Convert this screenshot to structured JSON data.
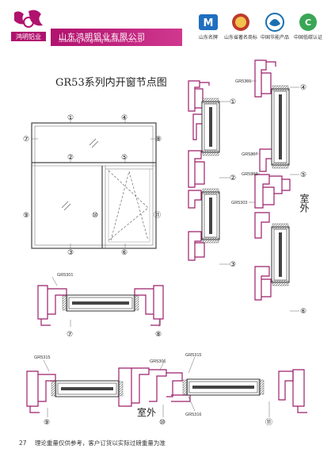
{
  "header": {
    "company_cn": "山东鸿明铝业有限公司",
    "company_en": "Shandong Hongming Aluminum Co.,Ltd",
    "logo_text": "鸿明铝业",
    "badges": [
      {
        "label": "山东名牌",
        "icon": "m-brand-icon"
      },
      {
        "label": "山东省著名商标",
        "icon": "trademark-seal-icon"
      },
      {
        "label": "中国节能产品",
        "icon": "energy-saving-icon"
      },
      {
        "label": "中国低碳认证",
        "icon": "low-carbon-icon"
      }
    ]
  },
  "title": "GR53系列内开窗节点图",
  "elevation": {
    "numbers": [
      "①",
      "④",
      "⑦",
      "⑧",
      "②",
      "⑤",
      "⑨",
      "⑩",
      "⑪",
      "③",
      "⑥"
    ]
  },
  "right_column": {
    "profile_labels": [
      "GR5301",
      "GR5307",
      "GR5302",
      "GR5303"
    ],
    "numbers": [
      "④",
      "⑤",
      "⑥"
    ],
    "outside_label": "室外"
  },
  "left_column": {
    "numbers": [
      "①",
      "②",
      "③"
    ]
  },
  "section_78": {
    "label": "GR5301",
    "numbers": [
      "⑦",
      "⑧"
    ]
  },
  "bottom_section": {
    "labels": [
      "GR5315",
      "GR5306",
      "GR5315",
      "GR5316"
    ],
    "numbers": [
      "⑨",
      "⑩",
      "⑪"
    ],
    "outside_label": "室外"
  },
  "footer": {
    "page_number": "27",
    "note": "理论重量仅供参考，客户订货以实际过磅重量为准"
  },
  "colors": {
    "brand_magenta": "#b0126e",
    "profile_magenta": "#9c1f6a",
    "glass_grey": "#6f6f6f"
  }
}
